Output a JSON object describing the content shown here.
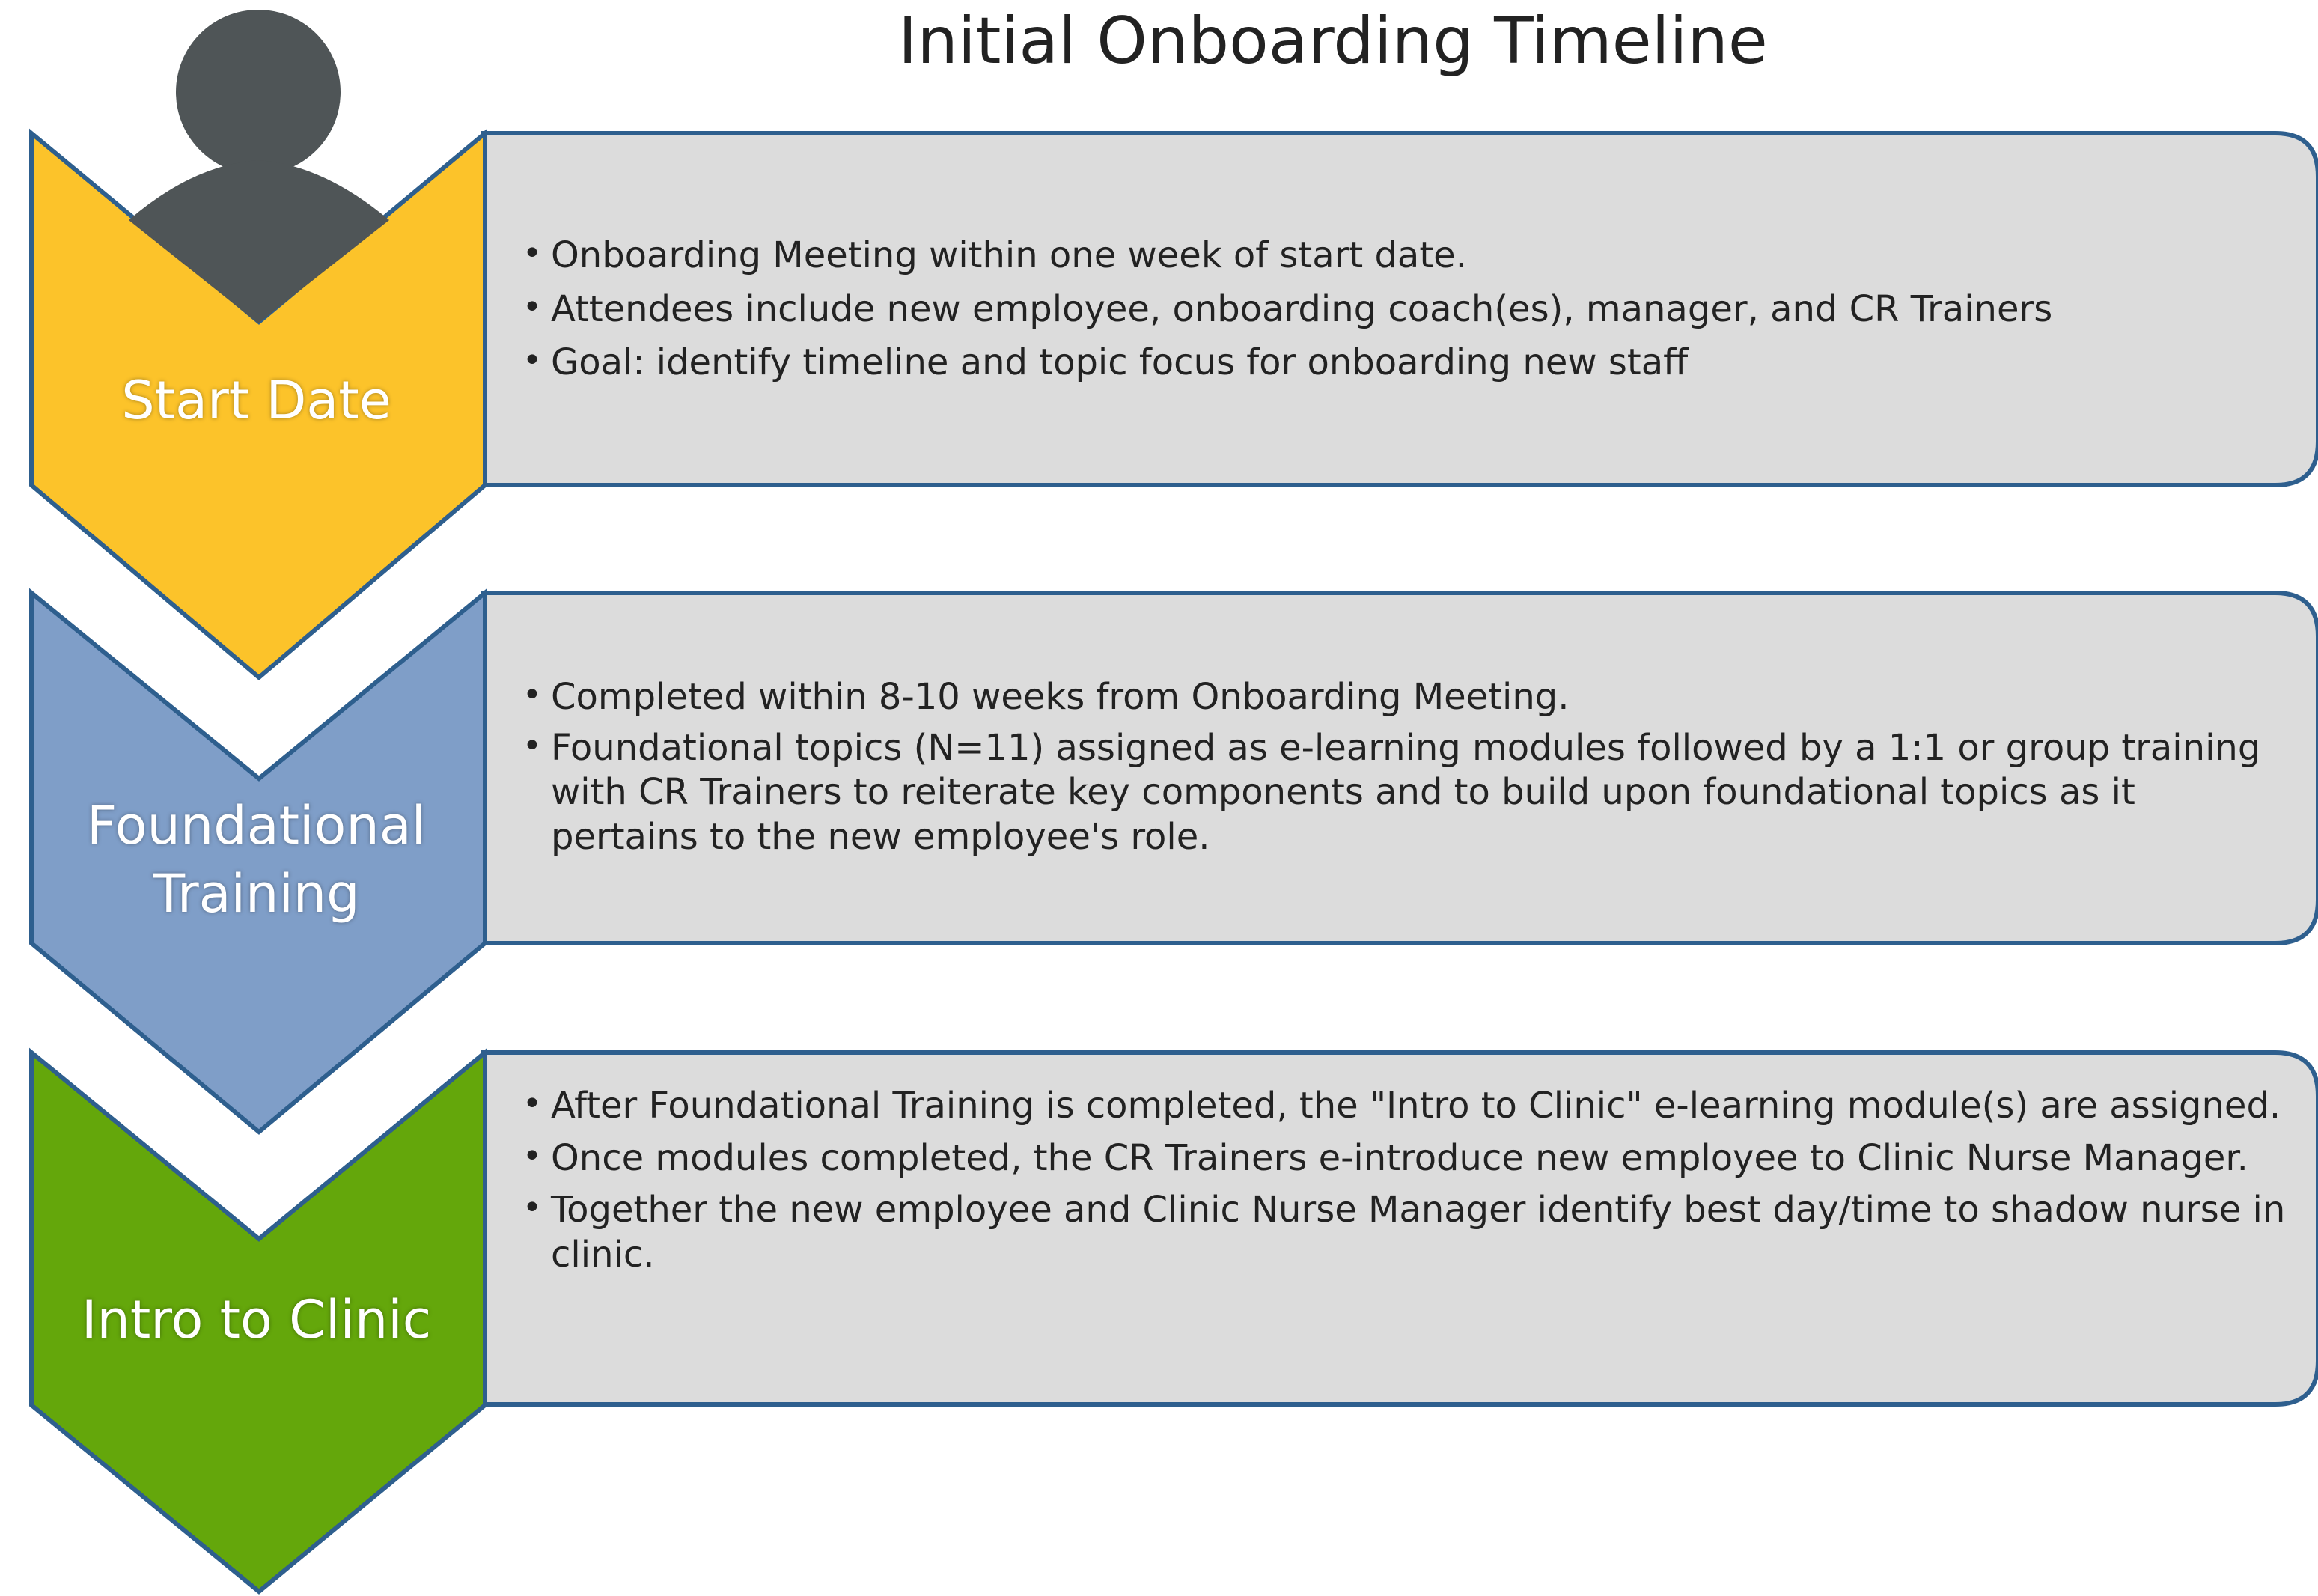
{
  "title": "Initial Onboarding Timeline",
  "colors": {
    "stage1": "#FCC32A",
    "stage2": "#7F9EC8",
    "stage3": "#64A70B",
    "border": "#2E5F8E",
    "card_fill": "#DCDCDC",
    "person": "#4F5557"
  },
  "icons": {
    "person": "person-silhouette-icon"
  },
  "stages": [
    {
      "label": "Start Date",
      "bullets": [
        "Onboarding Meeting within one week of start date.",
        "Attendees include new employee, onboarding coach(es), manager, and CR Trainers",
        "Goal: identify timeline and topic focus for onboarding new staff"
      ]
    },
    {
      "label": "Foundational Training",
      "bullets": [
        "Completed within 8-10 weeks from Onboarding Meeting.",
        "Foundational topics (N=11) assigned as e-learning modules followed by a 1:1 or group training with CR Trainers to reiterate key components and to build upon foundational topics as it pertains to the new employee's role."
      ]
    },
    {
      "label": "Intro to Clinic",
      "bullets": [
        "After Foundational Training is completed, the \"Intro to Clinic\" e-learning module(s) are assigned.",
        "Once modules completed, the CR Trainers e-introduce new employee to Clinic Nurse Manager.",
        "Together the new employee and Clinic Nurse Manager identify best day/time to shadow nurse in clinic."
      ]
    }
  ]
}
